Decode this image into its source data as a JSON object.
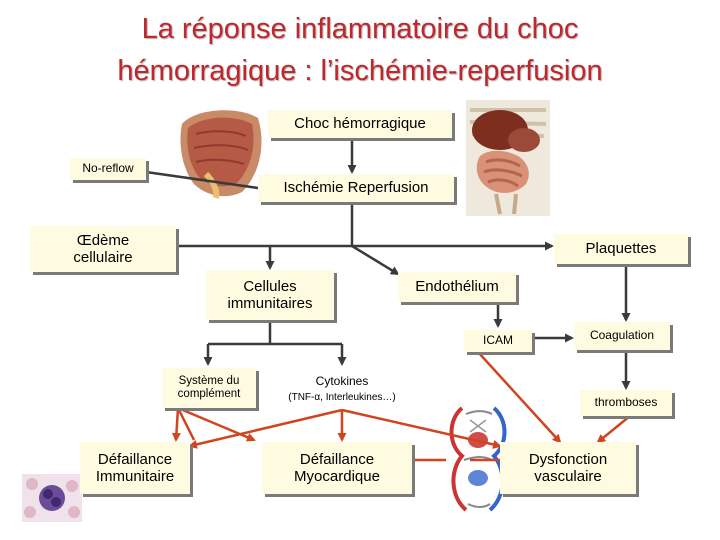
{
  "title": {
    "line1": "La réponse inflammatoire du choc",
    "line2": "hémorragique : l’ischémie-reperfusion"
  },
  "nodes": {
    "choc": "Choc hémorragique",
    "noreflow": "No-reflow",
    "ischemie": "Ischémie Reperfusion",
    "oedeme": "Œdème\ncellulaire",
    "plaquettes": "Plaquettes",
    "cellules": "Cellules\nimmunitaires",
    "endothelium": "Endothélium",
    "icam": "ICAM",
    "coagulation": "Coagulation",
    "complement": "Système du\ncomplément",
    "cytokines": "Cytokines",
    "cytokines_detail": "(TNF-α, Interleukines…)",
    "thromboses": "thromboses",
    "def_immun": "Défaillance\nImmunitaire",
    "def_myo": "Défaillance\nMyocardique",
    "dysfonction": "Dysfonction\nvasculaire"
  },
  "colors": {
    "title": "#c0272d",
    "box_fill": "#fffbe0",
    "arrow_dark": "#3a3a3a",
    "arrow_red": "#d0441f"
  },
  "illustrations": [
    "muscle-illustration",
    "abdominal-organs-illustration",
    "blood-cells-illustration",
    "heart-vessels-illustration"
  ]
}
